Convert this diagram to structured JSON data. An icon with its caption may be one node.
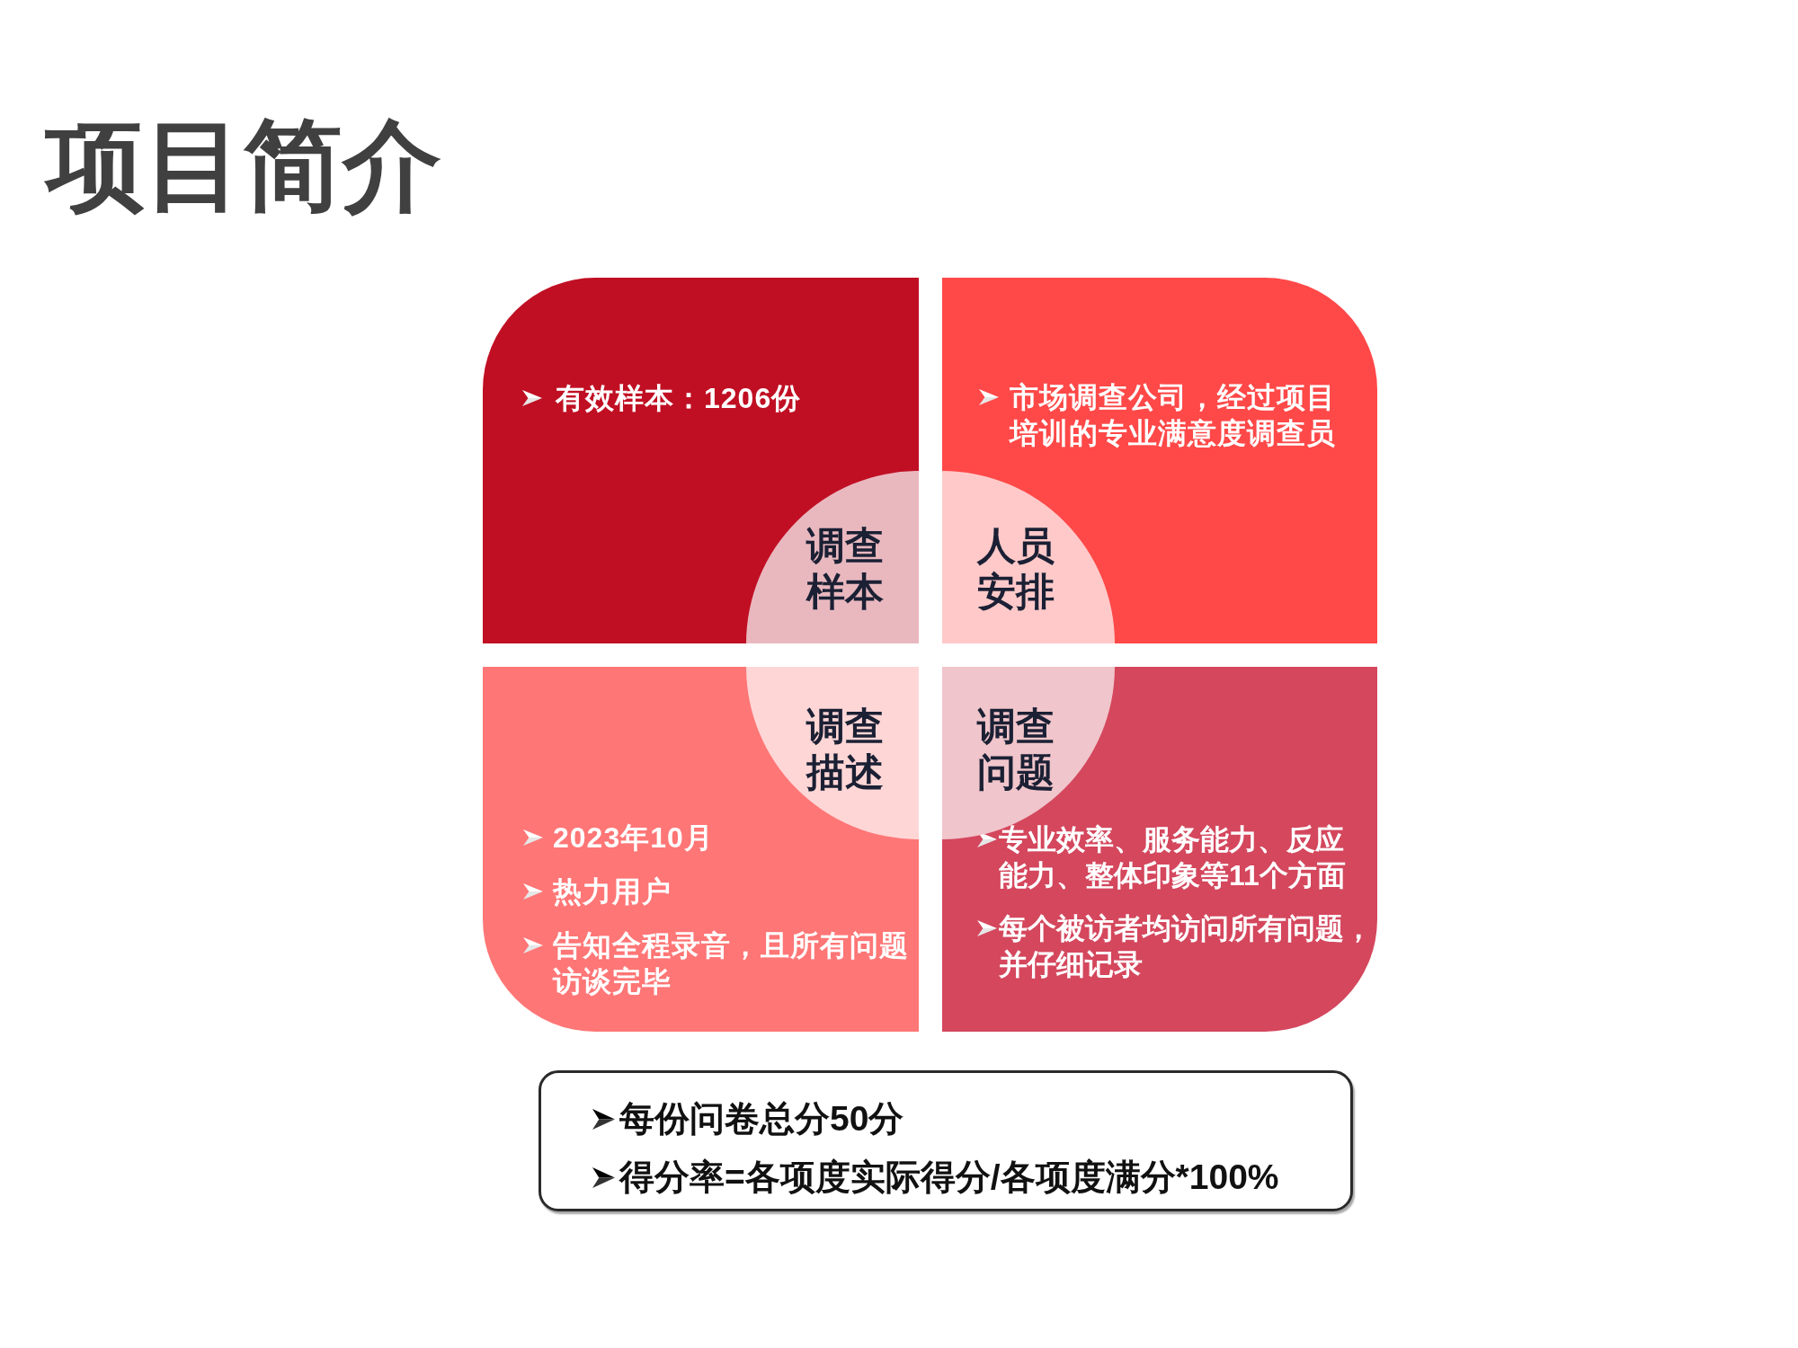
{
  "diagram": {
    "title": "项目简介",
    "nodes": [
      {
        "text": [
          "有效样本：1206份"
        ]
      },
      {
        "text": [
          "调查样本"
        ],
        "in": 0
      },
      {
        "text": [
          "市场调查公司，经过项目培训的专业满意度调查员"
        ]
      },
      {
        "text": [
          "人员安排"
        ],
        "in": 2
      },
      {
        "text": [
          "2023年10月",
          "热力用户",
          "告知全程录音，且所有问题访谈完毕"
        ]
      },
      {
        "text": [
          "调查描述"
        ],
        "in": 4
      },
      {
        "text": [
          "专业效率、服务能力、反应能力、整体印象等11个方面",
          "每个被访者均访问所有问题，并仔细记录"
        ]
      },
      {
        "text": [
          "调查问题"
        ],
        "in": 6
      },
      {
        "text": [
          "每份问卷总分50分",
          "得分率=各项度实际得分/各项度满分*100%"
        ]
      }
    ]
  }
}
